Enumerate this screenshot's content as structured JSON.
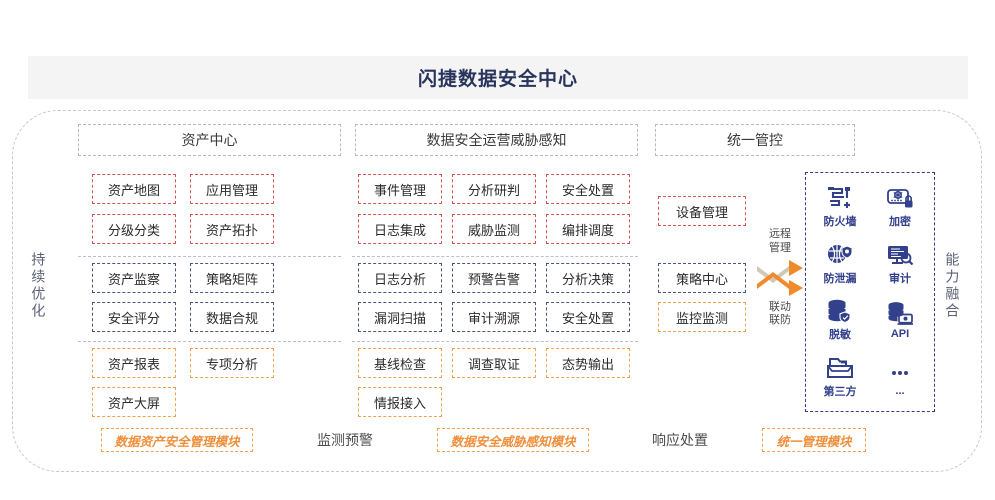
{
  "title": "闪捷数据安全中心",
  "side_labels": {
    "left": "持续优化",
    "right": "能力融合"
  },
  "sections": [
    {
      "name": "asset-center",
      "header": "资产中心"
    },
    {
      "name": "threat-center",
      "header": "数据安全运营威胁感知"
    },
    {
      "name": "unified-control",
      "header": "统一管控"
    }
  ],
  "asset_center": {
    "groups": [
      {
        "style": "red",
        "cells": [
          "资产地图",
          "应用管理",
          "分级分类",
          "资产拓扑"
        ]
      },
      {
        "style": "blue",
        "cells": [
          "资产监察",
          "策略矩阵",
          "安全评分",
          "数据合规"
        ]
      },
      {
        "style": "orange",
        "cells": [
          "资产报表",
          "专项分析",
          "资产大屏"
        ]
      }
    ]
  },
  "threat_center": {
    "groups": [
      {
        "style": "red",
        "cells": [
          "事件管理",
          "分析研判",
          "安全处置",
          "日志集成",
          "威胁监测",
          "编排调度"
        ]
      },
      {
        "style": "blue",
        "cells": [
          "日志分析",
          "预警告警",
          "分析决策",
          "漏洞扫描",
          "审计溯源",
          "安全处置"
        ]
      },
      {
        "style": "orange",
        "cells": [
          "基线检查",
          "调查取证",
          "态势输出",
          "情报接入"
        ]
      }
    ]
  },
  "unified_control": {
    "cells": [
      {
        "label": "设备管理",
        "style": "red"
      },
      {
        "label": "策略中心",
        "style": "blue"
      },
      {
        "label": "监控监测",
        "style": "orange"
      }
    ]
  },
  "connector": {
    "top_label": "远程\n管理",
    "bottom_label": "联动\n联防",
    "icon": "crossing-arrows-icon",
    "color": "#ef8f3c"
  },
  "capability_panel": {
    "items": [
      {
        "label": "防火墙",
        "icon": "firewall-icon"
      },
      {
        "label": "加密",
        "icon": "encryption-lock-icon"
      },
      {
        "label": "防泄漏",
        "icon": "leak-prevention-shield-icon"
      },
      {
        "label": "审计",
        "icon": "audit-monitor-icon"
      },
      {
        "label": "脱敏",
        "icon": "desensitize-database-icon"
      },
      {
        "label": "API",
        "icon": "api-database-icon"
      },
      {
        "label": "第三方",
        "icon": "third-party-tray-icon"
      },
      {
        "label": "...",
        "icon": "ellipsis-icon"
      }
    ],
    "border_color": "#33408c",
    "icon_color": "#33408c"
  },
  "bottom": {
    "tags": [
      {
        "label": "数据资产安全管理模块"
      },
      {
        "label": "数据安全威胁感知模块"
      },
      {
        "label": "统一管理模块"
      }
    ],
    "plain": [
      {
        "label": "监测预警"
      },
      {
        "label": "响应处置"
      }
    ]
  },
  "colors": {
    "title": "#28345c",
    "red": "#d9534f",
    "blue": "#4a5480",
    "orange": "#f0a04b",
    "tag_text": "#ef8f3c",
    "navy": "#33408c"
  }
}
